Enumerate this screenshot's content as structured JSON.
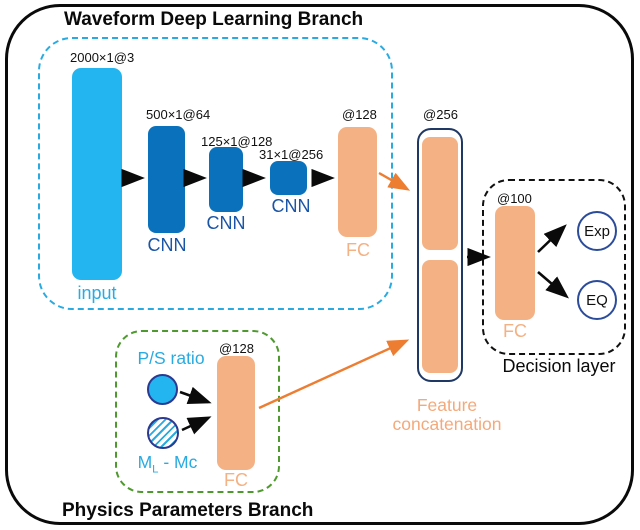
{
  "waveform_branch": {
    "title": "Waveform Deep Learning Branch",
    "input": {
      "dim": "2000×1@3",
      "label": "input"
    },
    "cnn1": {
      "dim": "500×1@64",
      "label": "CNN"
    },
    "cnn2": {
      "dim": "125×1@128",
      "label": "CNN"
    },
    "cnn3": {
      "dim": "31×1@256",
      "label": "CNN"
    },
    "fc": {
      "dim": "@128",
      "label": "FC"
    }
  },
  "physics_branch": {
    "title": "Physics Parameters Branch",
    "ps_ratio_label": "P/S ratio",
    "ml_mc_label": {
      "prefix": "M",
      "sub": "L",
      "suffix": " - Mc"
    },
    "fc": {
      "dim": "@128",
      "label": "FC"
    }
  },
  "concatenation": {
    "dim": "@256",
    "label": "Feature concatenation"
  },
  "decision": {
    "title": "Decision layer",
    "fc": {
      "dim": "@100",
      "label": "FC"
    },
    "outputs": [
      {
        "label": "Exp"
      },
      {
        "label": "EQ"
      }
    ]
  },
  "colors": {
    "cyan_fill": "#22B5F0",
    "cyan_accent": "#29ABE2",
    "blue_block": "#0A72BC",
    "blue_label": "#1B55A5",
    "orange_fill": "#F4B183",
    "orange_arrow": "#ED7D31",
    "navy_outline": "#1F3864",
    "circle_outline": "#2B4C9B",
    "green_dashed": "#4E9A2E",
    "frame_black": "#0a0a0a"
  }
}
